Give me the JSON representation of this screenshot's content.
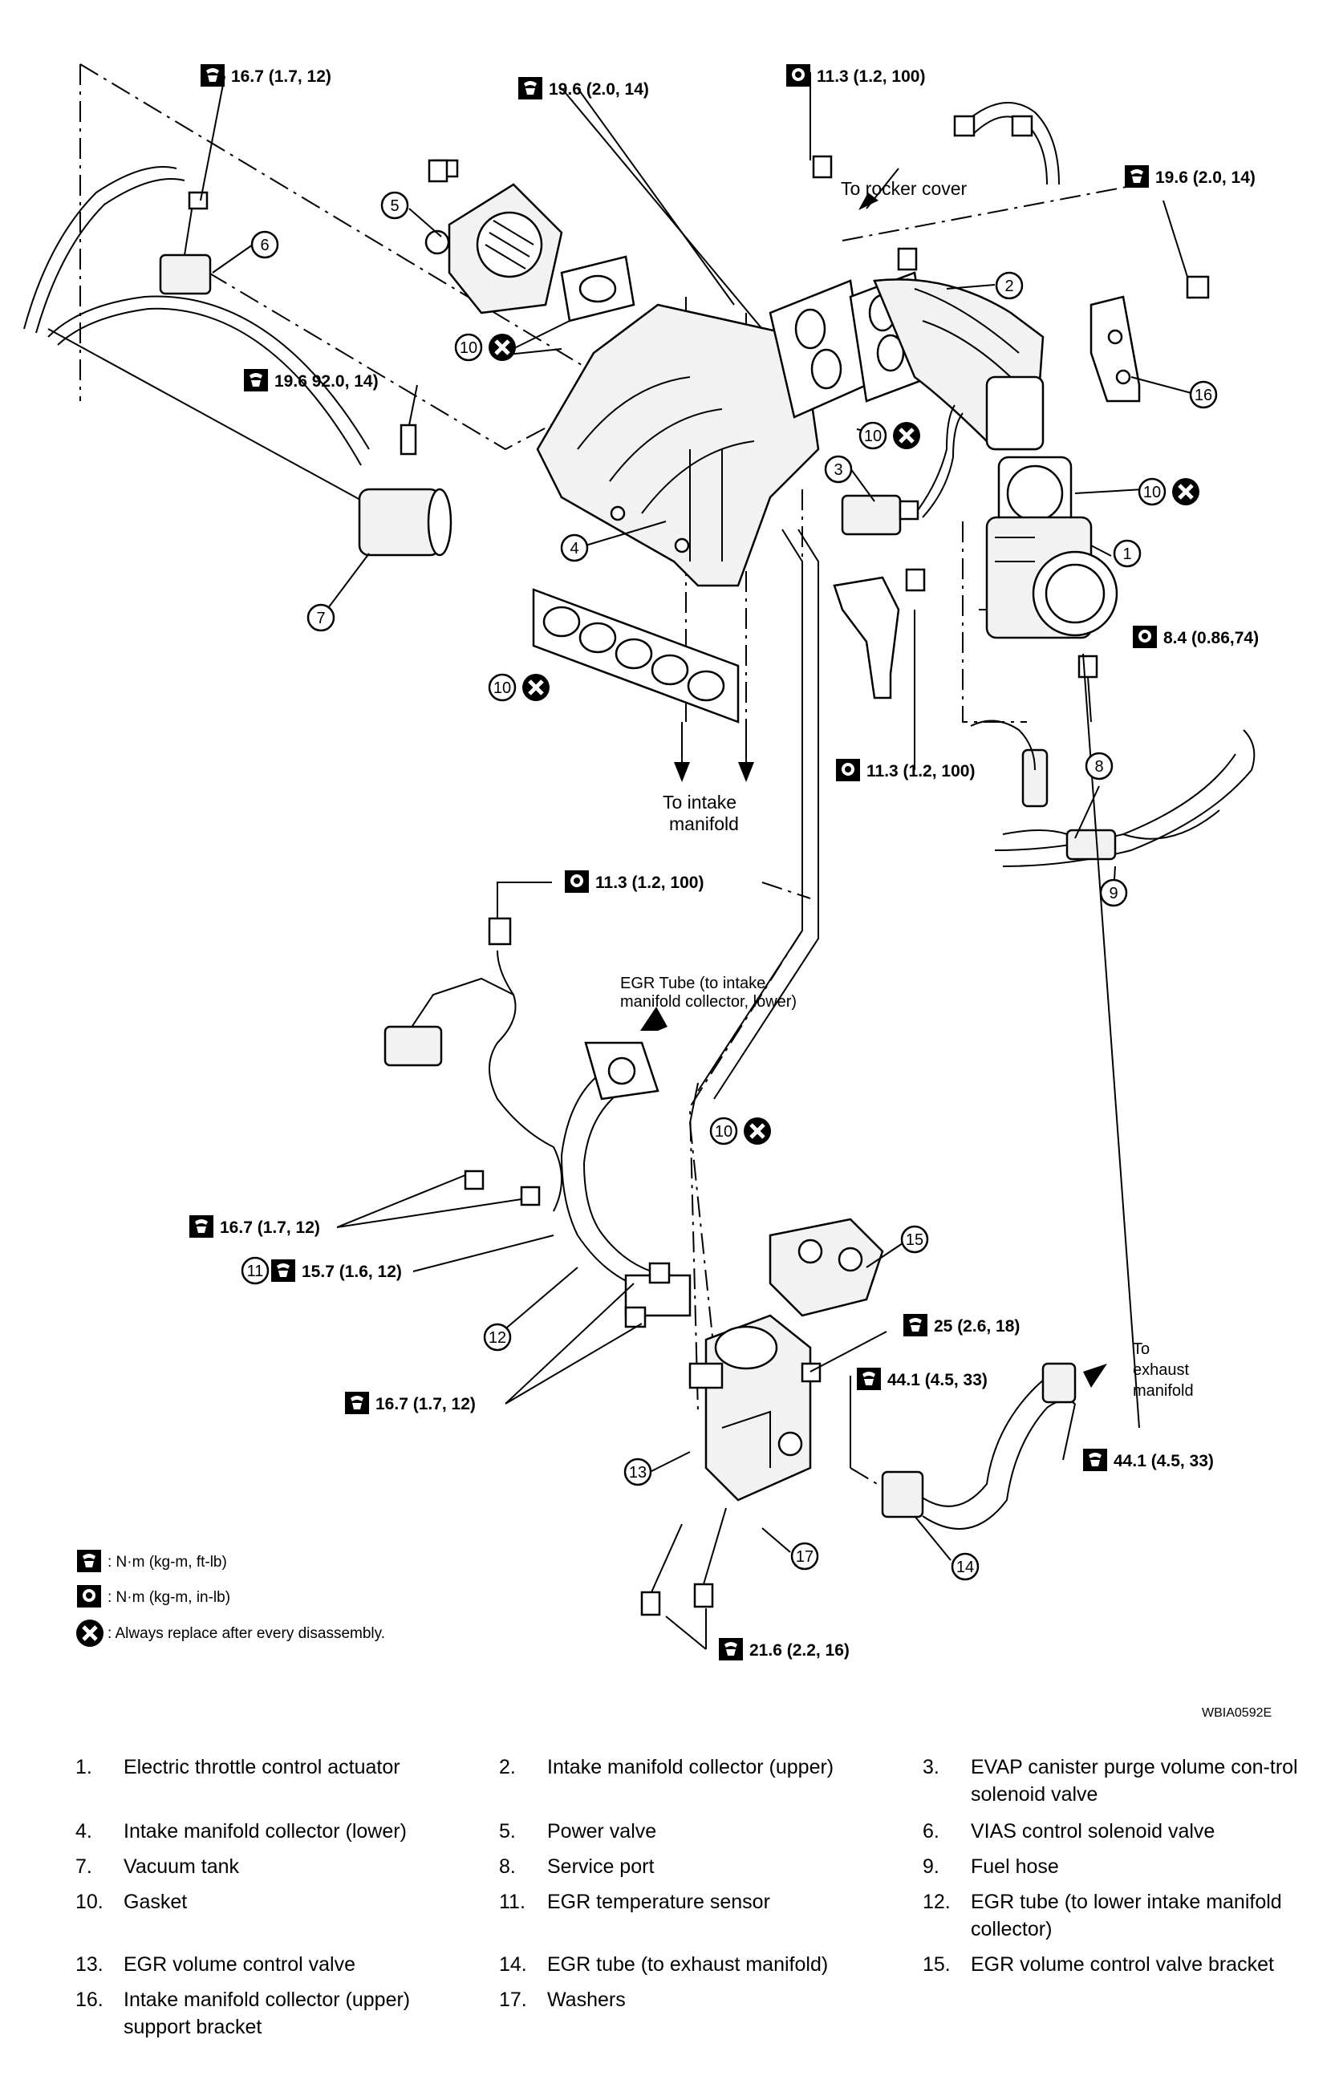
{
  "torques": {
    "t1": "16.7 (1.7, 12)",
    "t2": "19.6 (2.0, 14)",
    "t3": "11.3 (1.2, 100)",
    "t4": "19.6 (2.0, 14)",
    "t5": "19.6 92.0, 14)",
    "t6": "8.4 (0.86,74)",
    "t7": "11.3 (1.2, 100)",
    "t8": "11.3 (1.2, 100)",
    "t9": "16.7 (1.7, 12)",
    "t10": "15.7 (1.6, 12)",
    "t11": "25 (2.6, 18)",
    "t12": "44.1 (4.5, 33)",
    "t13": "16.7 (1.7, 12)",
    "t14": "44.1 (4.5, 33)",
    "t15": "21.6 (2.2, 16)"
  },
  "annotations": {
    "rocker": "To rocker cover",
    "intake1": "To intake",
    "intake2": "manifold",
    "egr_tube1": "EGR Tube (to intake",
    "egr_tube2": "manifold collector, lower)",
    "exhaust1": "To",
    "exhaust2": "exhaust",
    "exhaust3": "manifold",
    "figure_id": "WBIA0592E"
  },
  "key": {
    "ftlb": ": N·m (kg-m, ft-lb)",
    "inlb": ": N·m (kg-m, in-lb)",
    "replace": ": Always replace after every disassembly."
  },
  "callouts": [
    "1",
    "2",
    "3",
    "4",
    "5",
    "6",
    "7",
    "8",
    "9",
    "10",
    "11",
    "12",
    "13",
    "14",
    "15",
    "16",
    "17"
  ],
  "parts": [
    {
      "num": "1.",
      "name": "Electric throttle control actuator"
    },
    {
      "num": "2.",
      "name": "Intake manifold collector (upper)"
    },
    {
      "num": "3.",
      "name": "EVAP canister purge volume con-trol solenoid valve"
    },
    {
      "num": "4.",
      "name": "Intake manifold collector (lower)"
    },
    {
      "num": "5.",
      "name": "Power valve"
    },
    {
      "num": "6.",
      "name": "VIAS control solenoid valve"
    },
    {
      "num": "7.",
      "name": "Vacuum tank"
    },
    {
      "num": "8.",
      "name": "Service port"
    },
    {
      "num": "9.",
      "name": "Fuel hose"
    },
    {
      "num": "10.",
      "name": "Gasket"
    },
    {
      "num": "11.",
      "name": "EGR temperature sensor"
    },
    {
      "num": "12.",
      "name": "EGR tube (to lower intake manifold collector)"
    },
    {
      "num": "13.",
      "name": "EGR volume control valve"
    },
    {
      "num": "14.",
      "name": "EGR tube (to exhaust manifold)"
    },
    {
      "num": "15.",
      "name": "EGR volume control valve bracket"
    },
    {
      "num": "16.",
      "name": "Intake manifold collector (upper) support bracket"
    },
    {
      "num": "17.",
      "name": "Washers"
    }
  ]
}
